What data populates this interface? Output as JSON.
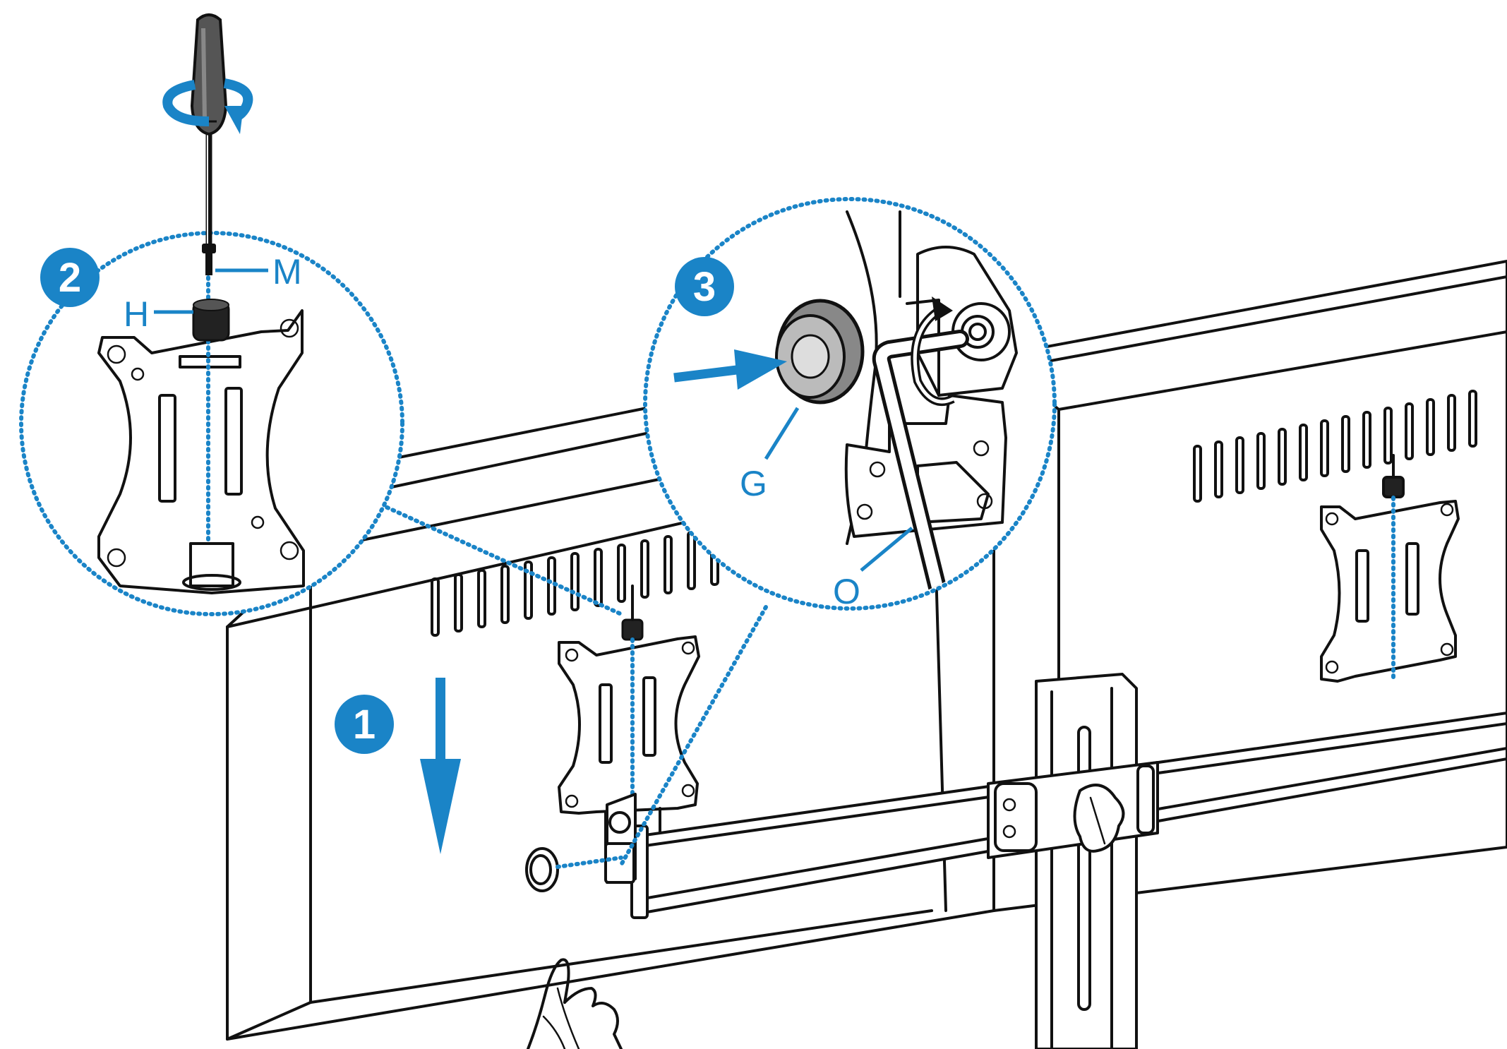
{
  "steps": [
    {
      "number": "1",
      "color": "#1a84c7"
    },
    {
      "number": "2",
      "color": "#1a84c7"
    },
    {
      "number": "3",
      "color": "#1a84c7"
    }
  ],
  "part_labels": {
    "M": "M",
    "H": "H",
    "G": "G",
    "O": "O"
  },
  "colors": {
    "accent": "#1a84c7",
    "line": "#111111"
  }
}
